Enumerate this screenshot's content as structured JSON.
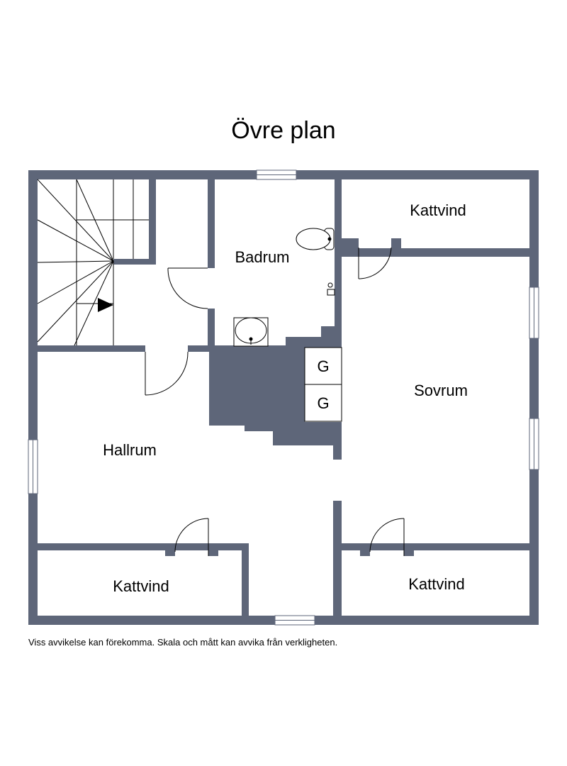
{
  "title": "Övre plan",
  "disclaimer": "Viss avvikelse kan förekomma. Skala och mått kan avvika från verkligheten.",
  "rooms": {
    "bathroom": "Badrum",
    "attic_top_right": "Kattvind",
    "bedroom": "Sovrum",
    "hall": "Hallrum",
    "attic_bottom_left": "Kattvind",
    "attic_bottom_right": "Kattvind"
  },
  "closets": {
    "upper": "G",
    "lower": "G"
  },
  "colors": {
    "wall": "#5e6679",
    "line": "#000000",
    "background": "#ffffff"
  }
}
